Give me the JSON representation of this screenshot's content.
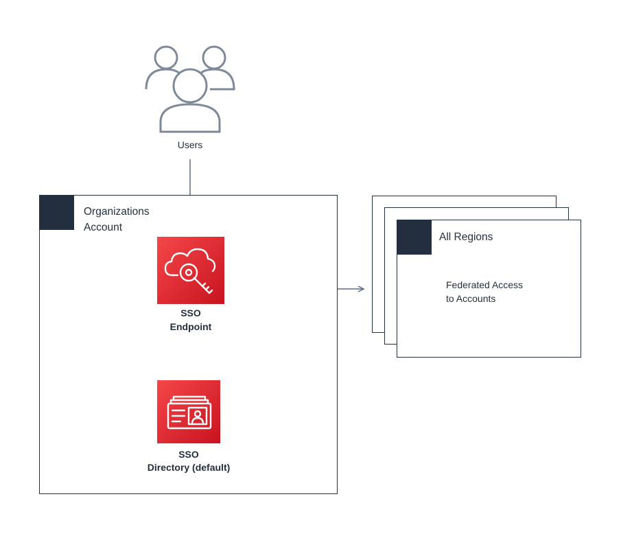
{
  "users": {
    "label": "Users"
  },
  "org_account": {
    "label_line1": "Organizations",
    "label_line2": "Account"
  },
  "sso_endpoint": {
    "line1": "SSO",
    "line2": "Endpoint"
  },
  "sso_directory": {
    "line1": "SSO",
    "line2": "Directory (default)"
  },
  "regions": {
    "label": "All Regions",
    "desc_line1": "Federated Access",
    "desc_line2": "to Accounts"
  },
  "colors": {
    "service_red": "#dd1f26",
    "ink": "#232f3e",
    "arrow": "#5a6b86"
  }
}
